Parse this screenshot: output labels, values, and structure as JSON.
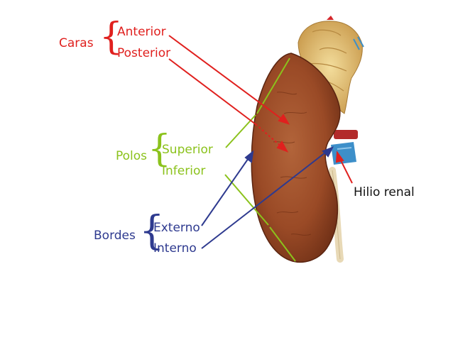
{
  "groups": {
    "caras": {
      "title": "Caras",
      "items": [
        "Anterior",
        "Posterior"
      ]
    },
    "polos": {
      "title": "Polos",
      "items": [
        "Superior",
        "Inferior"
      ]
    },
    "bordes": {
      "title": "Bordes",
      "items": [
        "Externo",
        "Interno"
      ]
    }
  },
  "hilio": "Hilio renal",
  "colors": {
    "caras": "#e0201e",
    "polos": "#8bc21c",
    "bordes": "#2e3a8f",
    "kidney": "#9a4a26",
    "vein": "#3d8fc9",
    "artery": "#b22a2a",
    "fat": "#e2c27a"
  }
}
